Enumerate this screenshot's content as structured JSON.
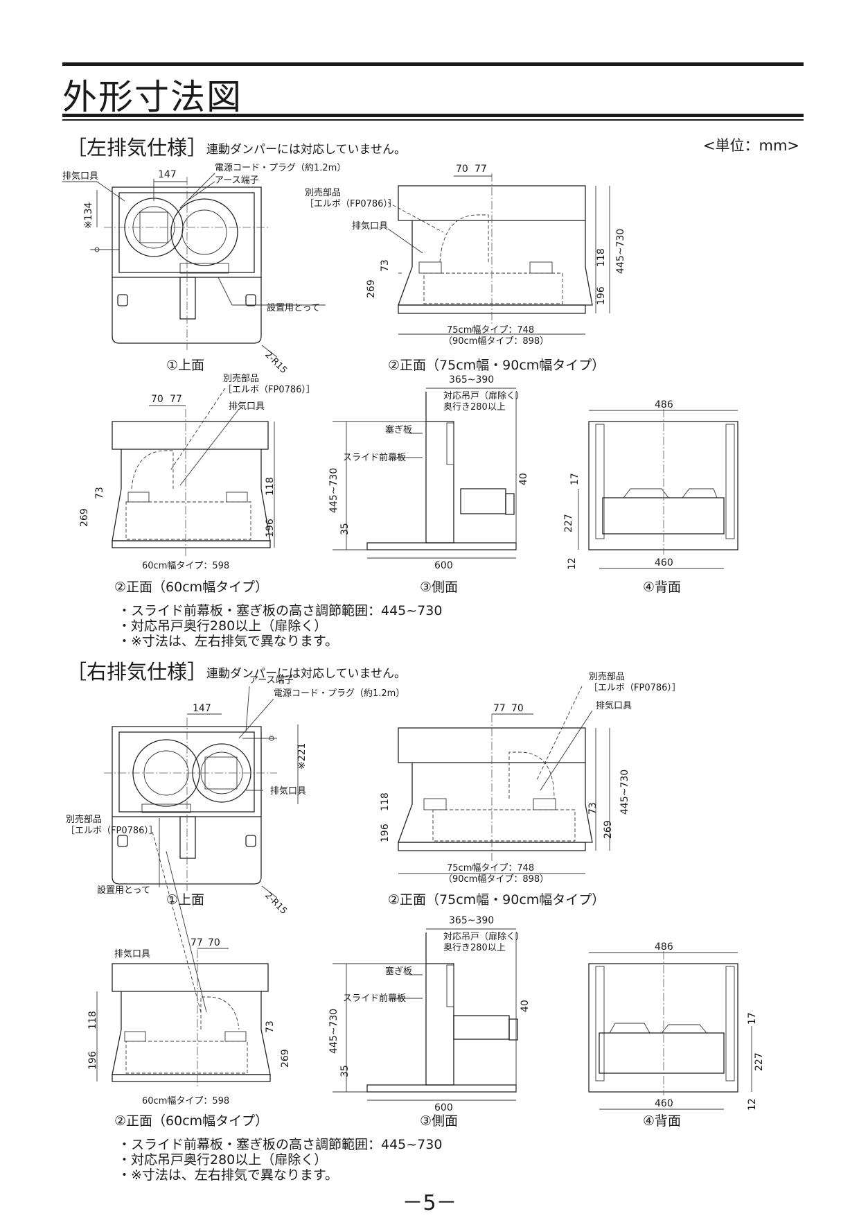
{
  "page": {
    "title": "外形寸法図",
    "unit_note": "<単位：mm>",
    "page_number": "－5－"
  },
  "sections": [
    {
      "title": "［左排気仕様］",
      "note": "連動ダンパーには対応していません。",
      "captions": {
        "top": "①上面",
        "front_wide": "②正面（75cm幅・90cm幅タイプ）",
        "front_60": "②正面（60cm幅タイプ）",
        "side": "③側面",
        "back": "④背面"
      },
      "labels": {
        "exhaust_fitting": "排気口具",
        "power_cord": "電源コード・プラグ（約1.2m）",
        "earth_terminal": "アース端子",
        "install_handle": "設置用とって",
        "optional_part": "別売部品",
        "elbow": "［エルボ（FP0786）］",
        "closing_plate": "塞ぎ板",
        "slide_panel": "スライド前幕板",
        "cabinet_note_1": "対応吊戸（扉除く）",
        "cabinet_note_2": "奥行き280以上",
        "width_75": "75cm幅タイプ：748",
        "width_90": "（90cm幅タイプ：898）",
        "width_60": "60cm幅タイプ：598",
        "r15": "2-R15"
      },
      "dims": {
        "d147": "147",
        "d134": "※134",
        "d70": "70",
        "d77": "77",
        "d73": "73",
        "d269": "269",
        "d118": "118",
        "d196": "196",
        "d445_730": "445~730",
        "d365_390": "365~390",
        "d600": "600",
        "d40": "40",
        "d35": "35",
        "d486": "486",
        "d17": "17",
        "d227": "227",
        "d12": "12",
        "d460": "460"
      },
      "bullets": [
        "・スライド前幕板・塞ぎ板の高さ調節範囲：445~730",
        "・対応吊戸奥行280以上（扉除く）",
        "・※寸法は、左右排気で異なります。"
      ]
    },
    {
      "title": "［右排気仕様］",
      "note": "連動ダンパーには対応していません。",
      "captions": {
        "top": "①上面",
        "front_wide": "②正面（75cm幅・90cm幅タイプ）",
        "front_60": "②正面（60cm幅タイプ）",
        "side": "③側面",
        "back": "④背面"
      },
      "labels": {
        "exhaust_fitting": "排気口具",
        "power_cord": "電源コード・プラグ（約1.2m）",
        "earth_terminal": "アース端子",
        "install_handle": "設置用とって",
        "optional_part": "別売部品",
        "elbow": "［エルボ（FP0786）］",
        "closing_plate": "塞ぎ板",
        "slide_panel": "スライド前幕板",
        "cabinet_note_1": "対応吊戸（扉除く）",
        "cabinet_note_2": "奥行き280以上",
        "width_75": "75cm幅タイプ：748",
        "width_90": "（90cm幅タイプ：898）",
        "width_60": "60cm幅タイプ：598",
        "r15": "2-R15"
      },
      "dims": {
        "d147": "147",
        "d221": "※221",
        "d70": "70",
        "d77": "77",
        "d73": "73",
        "d269": "269",
        "d118": "118",
        "d196": "196",
        "d445_730": "445~730",
        "d365_390": "365~390",
        "d600": "600",
        "d40": "40",
        "d35": "35",
        "d486": "486",
        "d17": "17",
        "d227": "227",
        "d12": "12",
        "d460": "460"
      },
      "bullets": [
        "・スライド前幕板・塞ぎ板の高さ調節範囲：445~730",
        "・対応吊戸奥行280以上（扉除く）",
        "・※寸法は、左右排気で異なります。"
      ]
    }
  ]
}
